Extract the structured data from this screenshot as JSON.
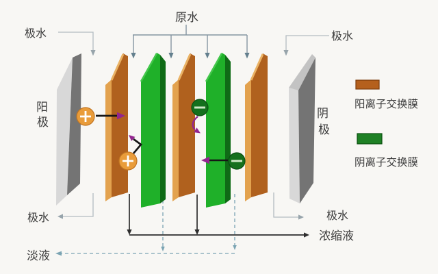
{
  "diagram": {
    "type": "electrodialysis-schematic",
    "labels": {
      "raw_water": "原水",
      "polar_water": "极水",
      "anode": "阳极",
      "cathode": "阴极",
      "dilute_out": "淡液",
      "concentrate_out": "浓缩液"
    },
    "legend": {
      "items": [
        {
          "label": "阳离子交换膜",
          "color": "#b5601d"
        },
        {
          "label": "阴离子交换膜",
          "color": "#1f8125"
        }
      ]
    },
    "ions": {
      "cation_symbol": "+",
      "anion_symbol": "−"
    },
    "colors": {
      "background": "#f8f7f4",
      "cation_membrane_face": "#b0611e",
      "cation_membrane_edge": "#e3a24e",
      "cation_membrane_top": "#eab264",
      "anion_membrane_face": "#1fb029",
      "anion_membrane_edge": "#0f6b16",
      "anion_membrane_top": "#43c74b",
      "electrode_light": "#d8d8d8",
      "electrode_dark": "#747474",
      "electrode_top": "#c3c3c3",
      "cation_ion_fill": "#e99c3a",
      "cation_ion_stroke": "#c07422",
      "anion_ion_fill": "#14701d",
      "anion_ion_stroke": "#0a4d12",
      "ion_symbol_cation": "#ffffff",
      "ion_symbol_anion": "#cfe9c8",
      "ion_arrow_black": "#161616",
      "ion_arrow_purple": "#93258f",
      "feed_line": "#8495a2",
      "feed_arrow": "#64808e",
      "rinse_line": "#b3bcc1",
      "rinse_arrow": "#97a4ab",
      "dilute_line": "#7ba4b3",
      "concentrate_line": "#2d2d2d",
      "text": "#3b3b3b"
    }
  }
}
